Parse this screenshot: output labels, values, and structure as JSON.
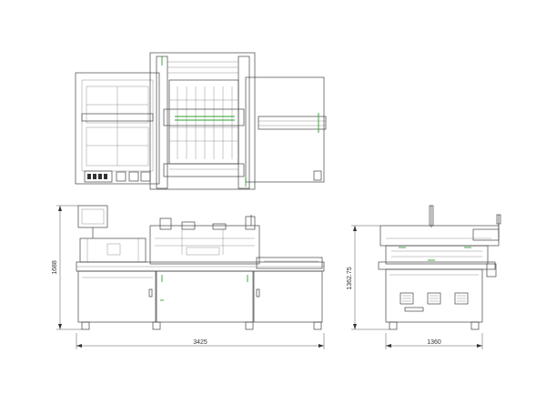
{
  "dimensions": {
    "front_width": "3425",
    "front_height": "1688",
    "side_width": "1360",
    "side_height": "1362.75"
  },
  "colors": {
    "line": "#444444",
    "accent_green": "#2fa02f",
    "background": "#ffffff"
  }
}
